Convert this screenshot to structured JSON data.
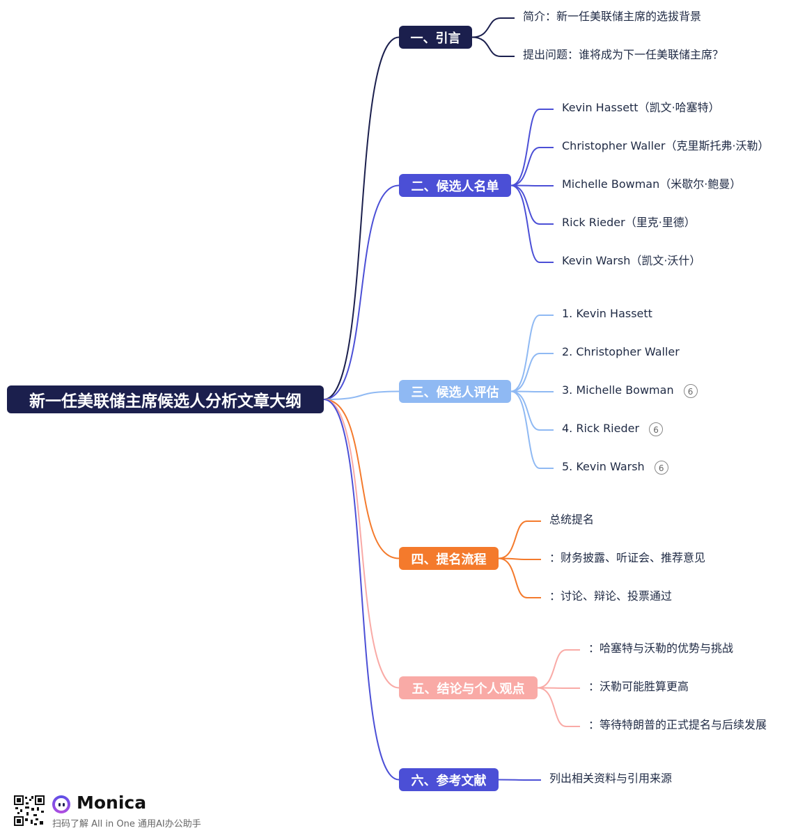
{
  "root": {
    "title": "新一任美联储主席候选人分析文章大纲"
  },
  "branches": [
    {
      "label": "一、引言",
      "color": "#1b1f4d",
      "items": [
        {
          "text": "简介：新一任美联储主席的选拔背景"
        },
        {
          "text": "提出问题：谁将成为下一任美联储主席？"
        }
      ]
    },
    {
      "label": "二、候选人名单",
      "color": "#4b4fd6",
      "items": [
        {
          "text": "Kevin Hassett（凯文·哈塞特）"
        },
        {
          "text": "Christopher Waller（克里斯托弗·沃勒）"
        },
        {
          "text": "Michelle Bowman（米歇尔·鲍曼）"
        },
        {
          "text": "Rick Rieder（里克·里德）"
        },
        {
          "text": "Kevin Warsh（凯文·沃什）"
        }
      ]
    },
    {
      "label": "三、候选人评估",
      "color": "#8fb9f3",
      "items": [
        {
          "text": "1. Kevin Hassett"
        },
        {
          "text": "2. Christopher Waller"
        },
        {
          "text": "3. Michelle Bowman",
          "badge": "6"
        },
        {
          "text": "4. Rick Rieder",
          "badge": "6"
        },
        {
          "text": "5. Kevin Warsh",
          "badge": "6"
        }
      ]
    },
    {
      "label": "四、提名流程",
      "color": "#f47a2c",
      "items": [
        {
          "text": "总统提名"
        },
        {
          "text": "：财务披露、听证会、推荐意见"
        },
        {
          "text": "：讨论、辩论、投票通过"
        }
      ]
    },
    {
      "label": "五、结论与个人观点",
      "color": "#f9aaa6",
      "items": [
        {
          "text": "：哈塞特与沃勒的优势与挑战"
        },
        {
          "text": "：沃勒可能胜算更高"
        },
        {
          "text": "：等待特朗普的正式提名与后续发展"
        }
      ]
    },
    {
      "label": "六、参考文献",
      "color": "#4b4fd6",
      "items": [
        {
          "text": "列出相关资料与引用来源"
        }
      ]
    }
  ],
  "footer": {
    "brand": "Monica",
    "slogan": "扫码了解 All in One 通用AI办公助手"
  }
}
